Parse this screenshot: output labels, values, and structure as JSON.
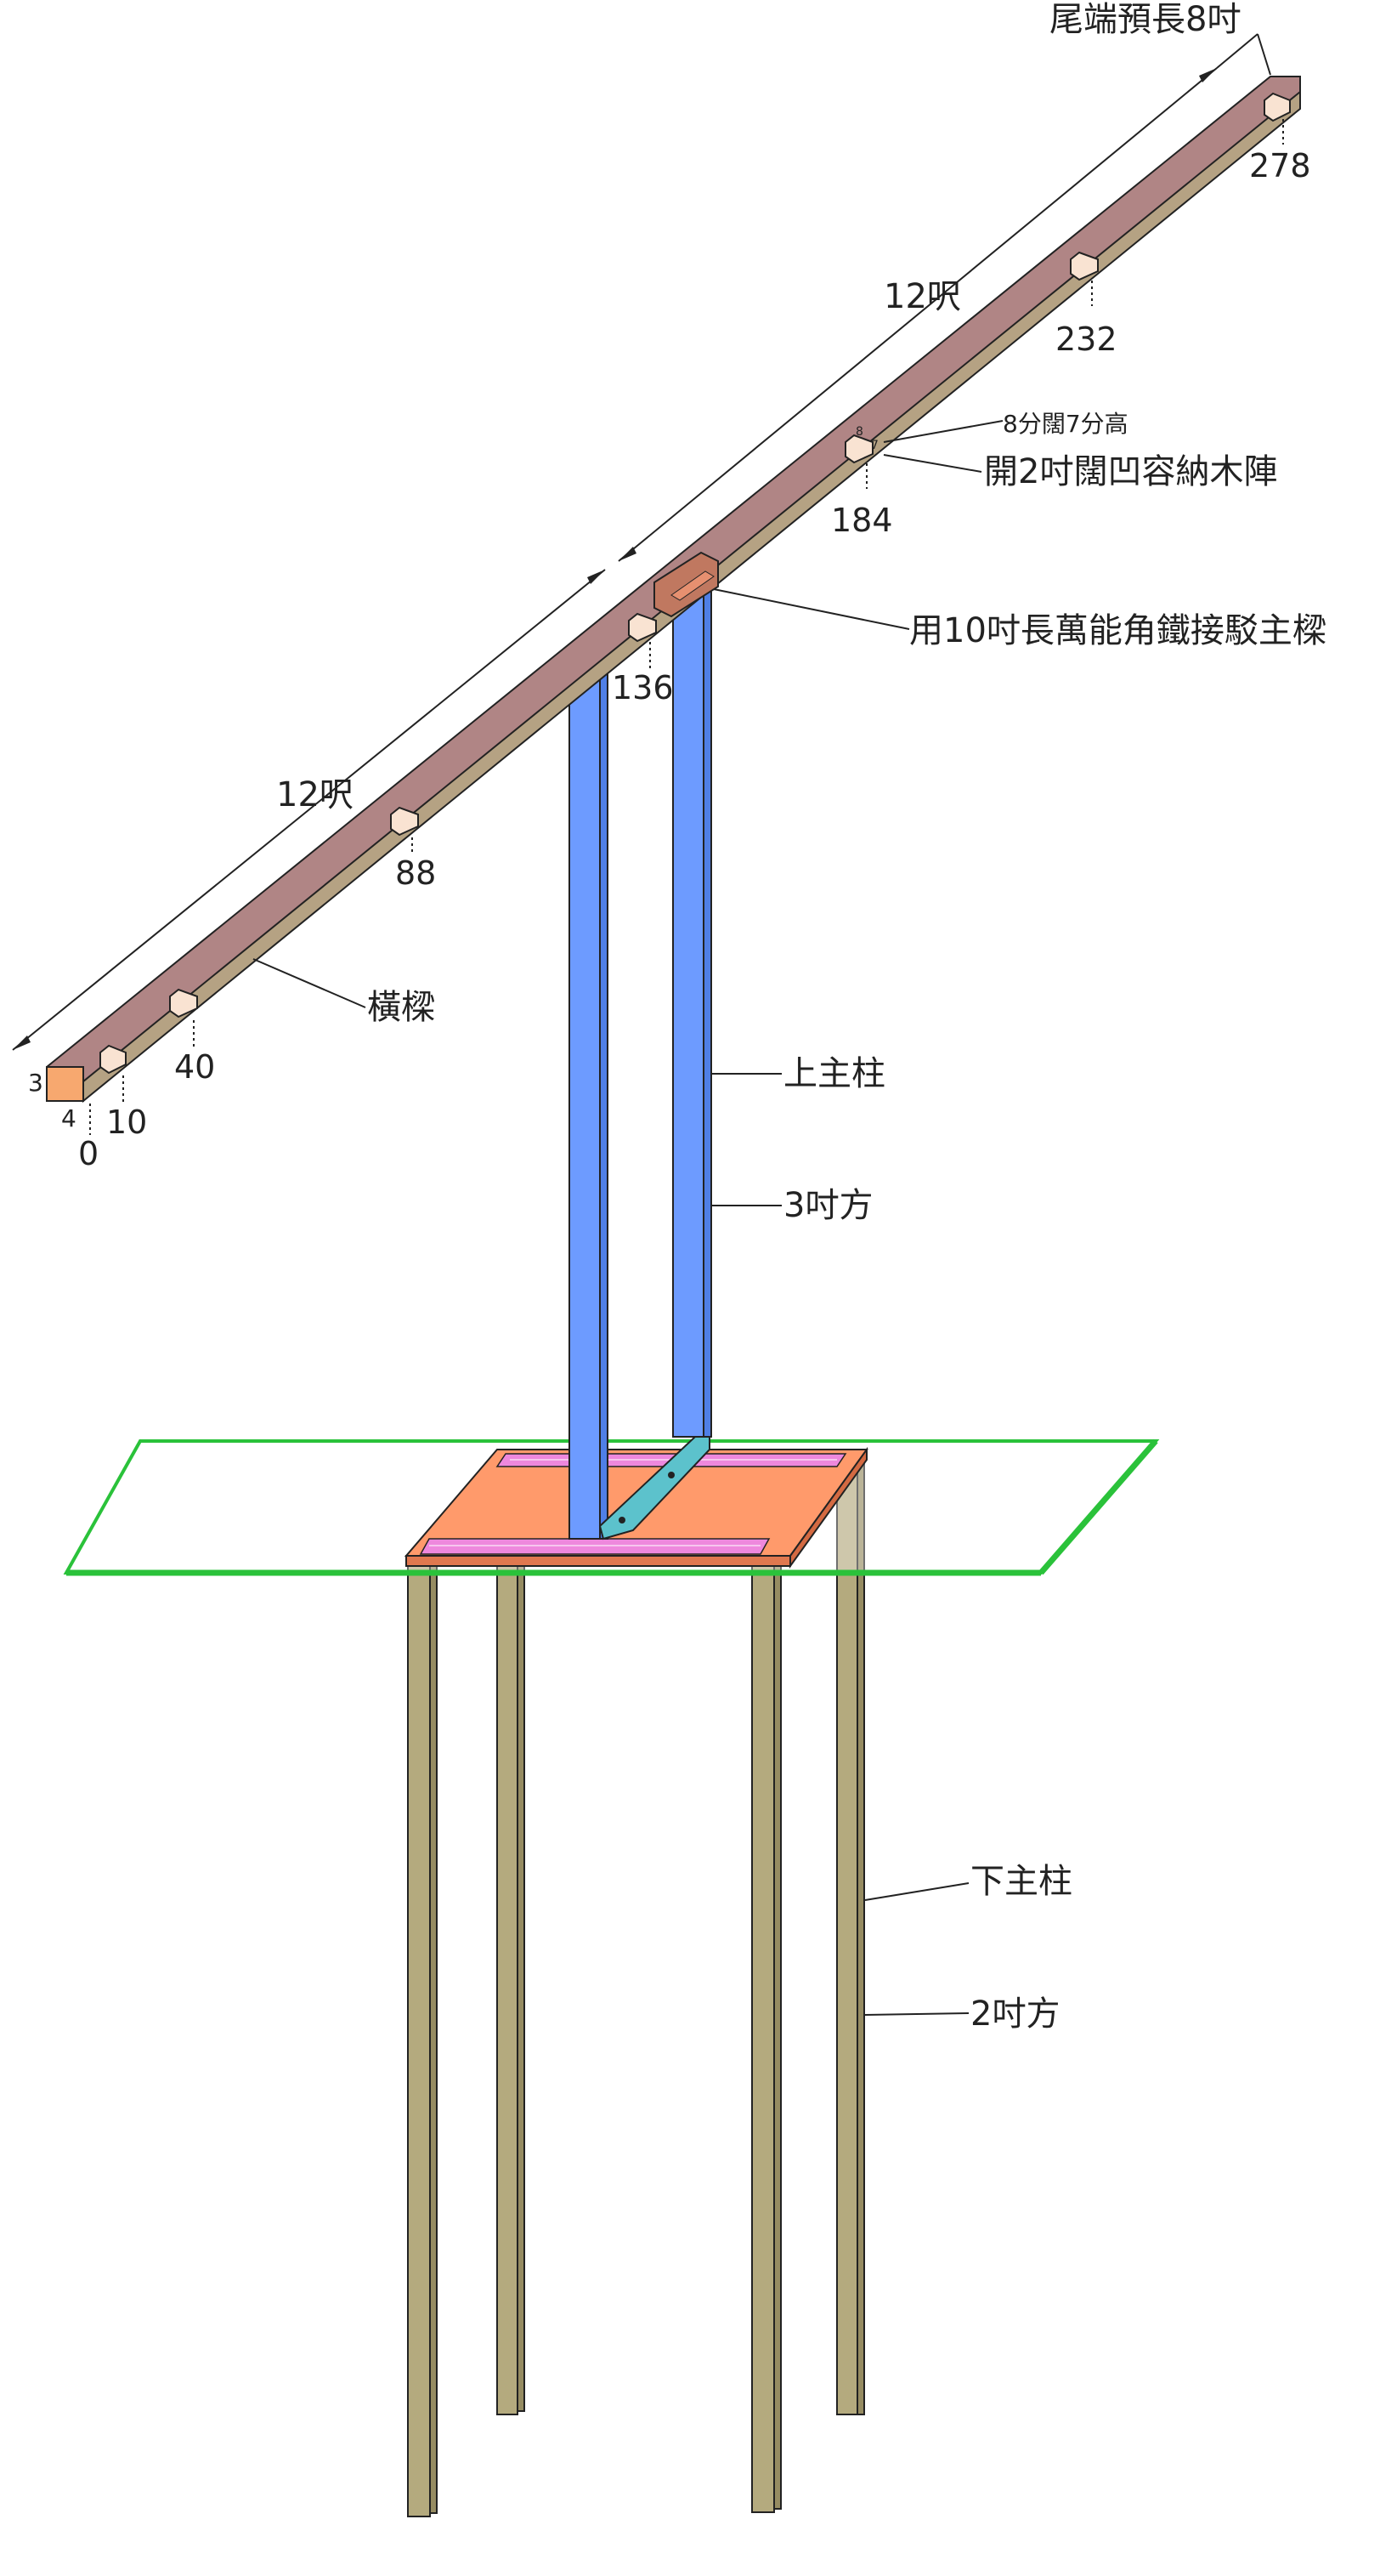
{
  "diagram": {
    "labels": {
      "tail_extension": "尾端預長8吋",
      "span_upper": "12呎",
      "span_lower": "12呎",
      "notch_size": "8分闊7分高",
      "notch_small_w": "8",
      "notch_small_h": "7",
      "notch_desc": "開2吋闊凹容納木陣",
      "bracket_desc": "用10吋長萬能角鐵接駁主樑",
      "crossbeam": "橫樑",
      "upper_post": "上主柱",
      "upper_size": "3吋方",
      "lower_post": "下主柱",
      "lower_size": "2吋方",
      "beam_end_h": "3",
      "beam_end_w": "4",
      "mark_0": "0",
      "mark_10": "10",
      "mark_40": "40",
      "mark_88": "88",
      "mark_136": "136",
      "mark_184": "184",
      "mark_232": "232",
      "mark_278": "278"
    },
    "colors": {
      "beam_top": "#b08585",
      "beam_side": "#b5a283",
      "beam_end": "#f7a86f",
      "notch_fill": "#f9e3d2",
      "upper_post_front": "#6d9bff",
      "upper_post_side": "#4f7fe6",
      "base_plate": "#ff9a6b",
      "rail": "#ee88dd",
      "bracket": "#5cc2cc",
      "lower_post": "#b4aa7e",
      "lower_post_side": "#968c62",
      "ground_plane": "#2ac23a",
      "line": "#222222"
    }
  }
}
